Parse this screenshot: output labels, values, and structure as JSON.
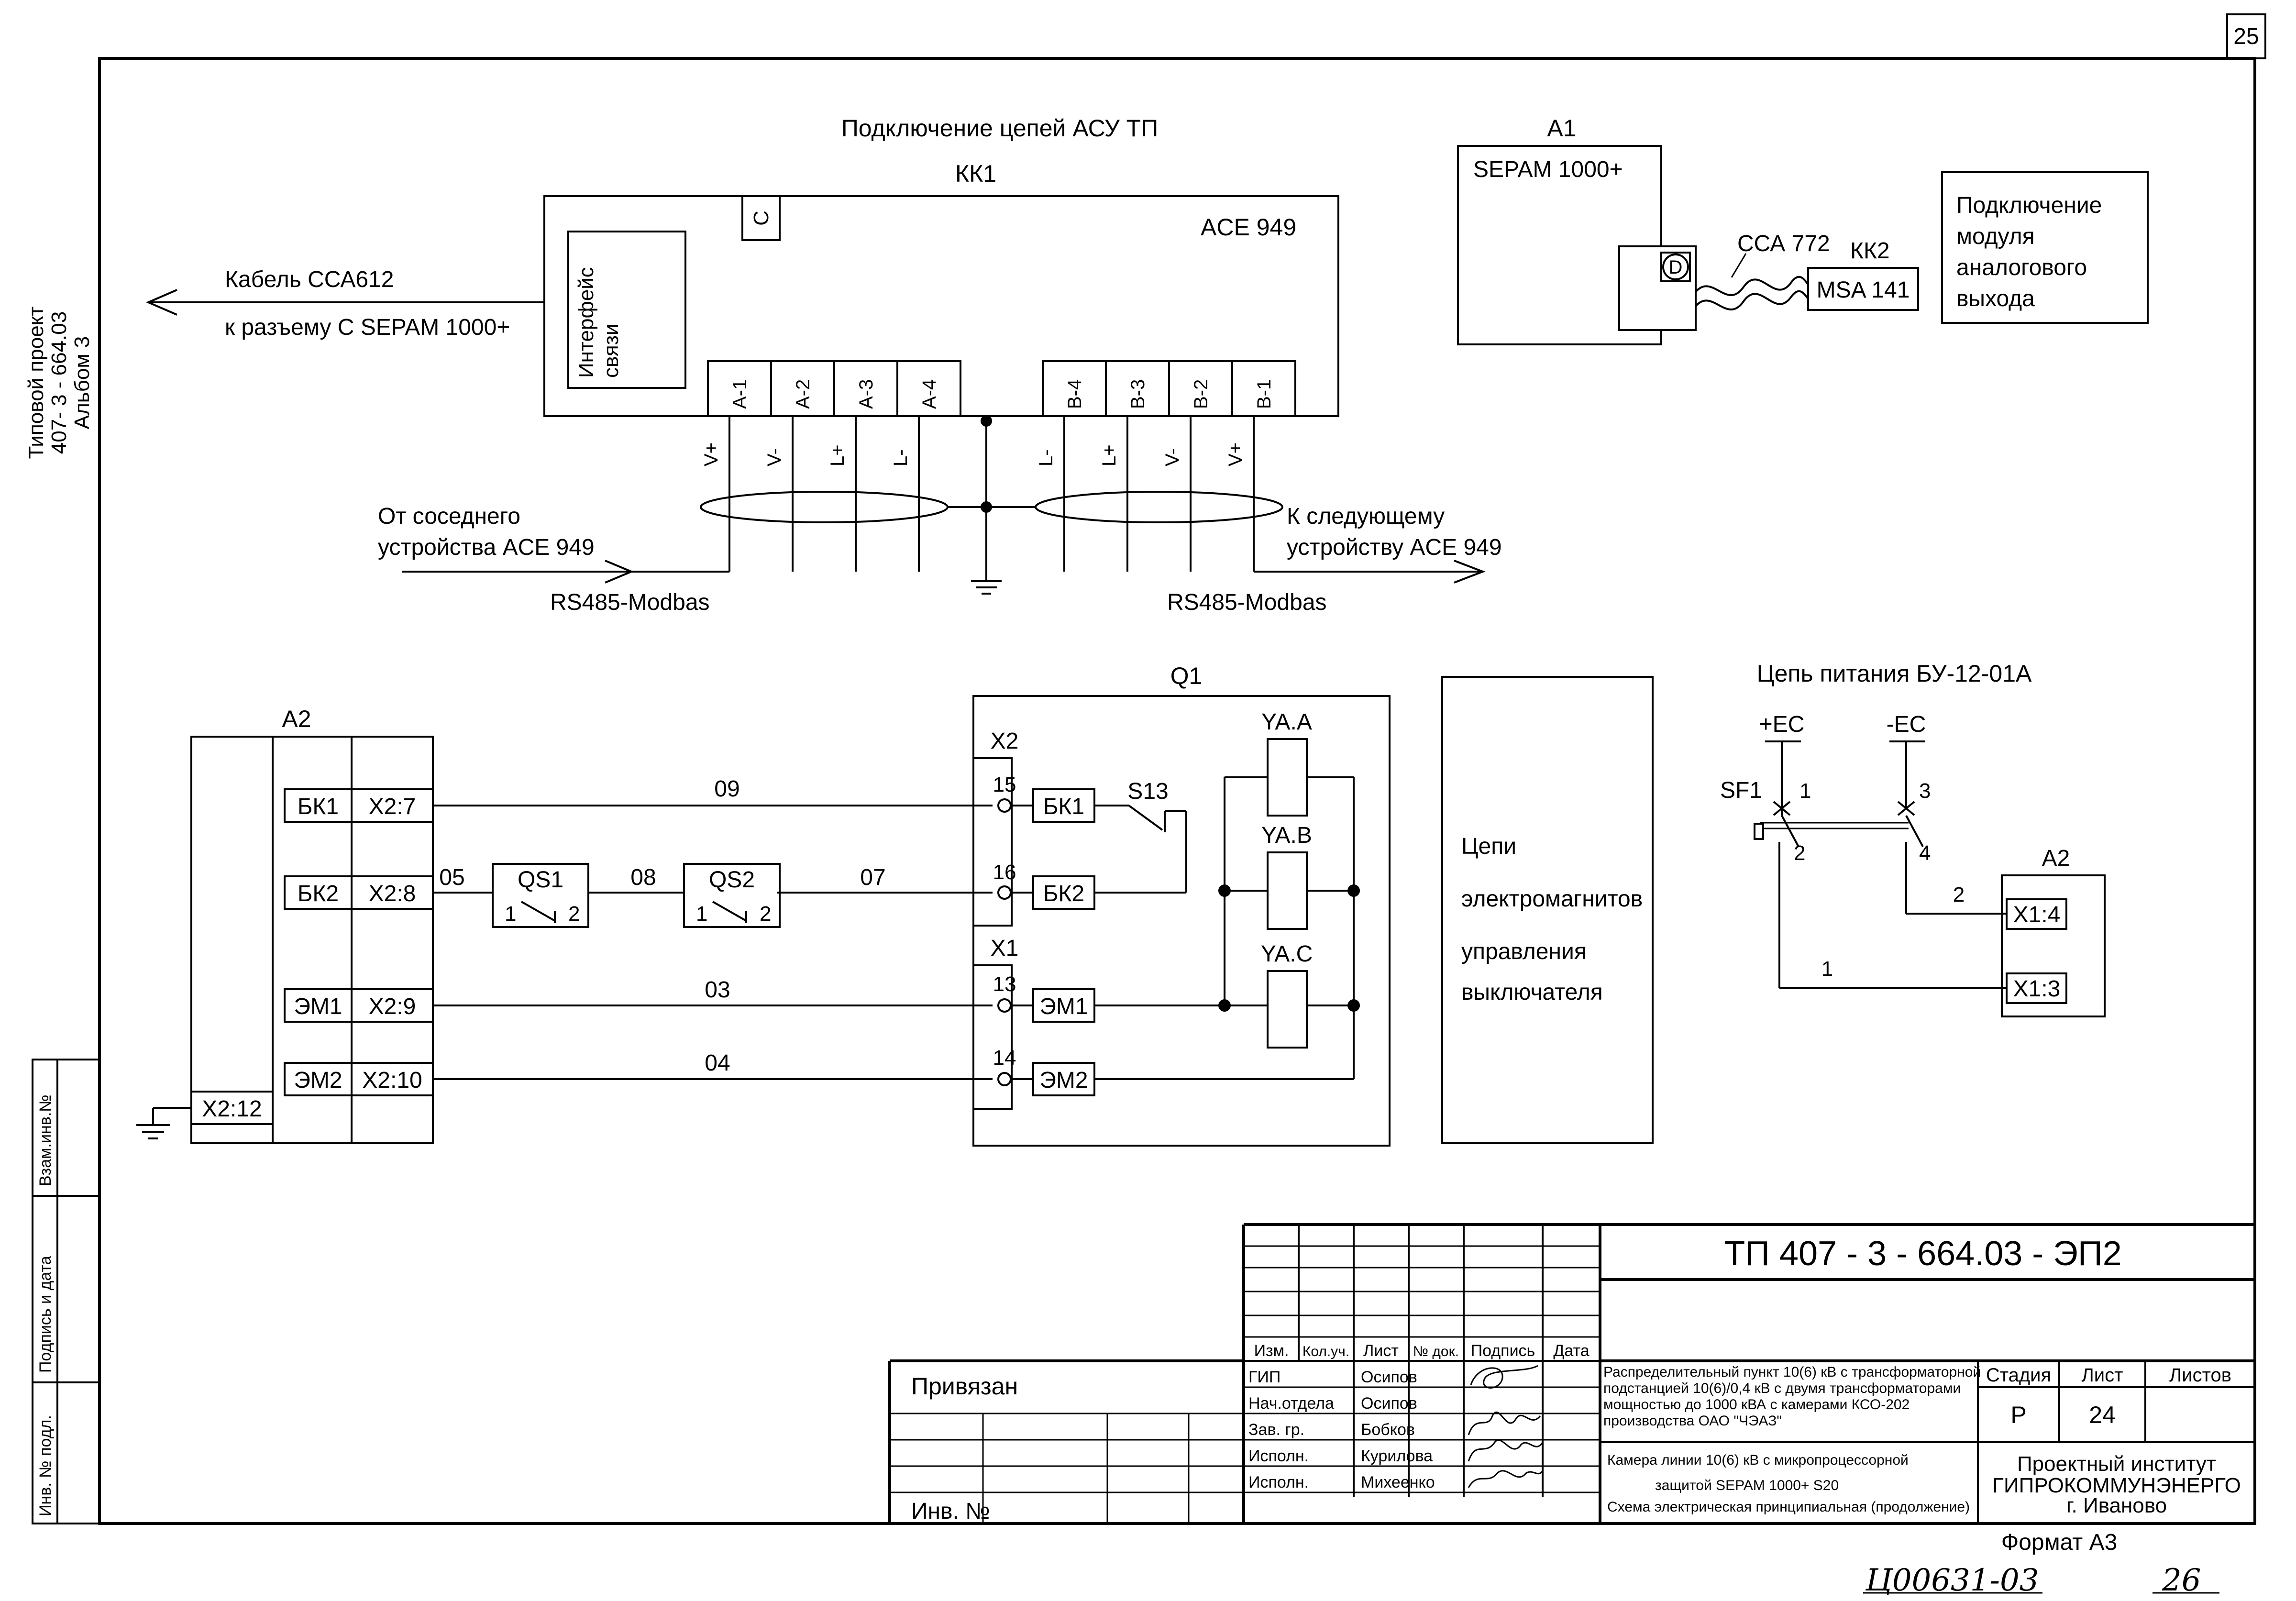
{
  "sheet_number": "25",
  "side_label": {
    "line1": "Типовой проект",
    "line2": "407- 3 - 664.03",
    "line3": "Альбом 3"
  },
  "stamp_left": {
    "vzam": "Взам.инв.№",
    "podpis": "Подпись и дата",
    "inv": "Инв. № подл."
  },
  "asu": {
    "title": "Подключение цепей АСУ ТП",
    "kk1": "КК1",
    "c_label": "С",
    "device": "ACE 949",
    "interface_line1": "Интерфейс",
    "interface_line2": "связи",
    "cable_line1": "Кабель ССА612",
    "cable_line2": "к разъему С SEPAM 1000+",
    "terminals_a": [
      "A-1",
      "A-2",
      "A-3",
      "A-4"
    ],
    "terminals_b": [
      "B-4",
      "B-3",
      "B-2",
      "B-1"
    ],
    "signals_a": [
      "V+",
      "V-",
      "L+",
      "L-"
    ],
    "signals_b": [
      "L-",
      "L+",
      "V-",
      "V+"
    ],
    "from_line1": "От соседнего",
    "from_line2": "устройства ACE 949",
    "to_line1": "К следующему",
    "to_line2": "устройству ACE 949",
    "bus_left": "RS485-Modbas",
    "bus_right": "RS485-Modbas"
  },
  "a1": {
    "label": "А1",
    "device": "SEPAM 1000+",
    "port": "D",
    "cable": "ССА 772",
    "kk2": "КК2",
    "module": "MSA 141",
    "note_line1": "Подключение",
    "note_line2": "модуля",
    "note_line3": "аналогового",
    "note_line4": "выхода"
  },
  "a2": {
    "label": "А2",
    "rows": [
      {
        "left": "БК1",
        "right": "X2:7"
      },
      {
        "left": "БК2",
        "right": "X2:8"
      },
      {
        "left": "ЭМ1",
        "right": "X2:9"
      },
      {
        "left": "ЭМ2",
        "right": "X2:10"
      }
    ],
    "ground_terminal": "X2:12"
  },
  "wires": {
    "w09": "09",
    "w05": "05",
    "w08": "08",
    "w07": "07",
    "w03": "03",
    "w04": "04"
  },
  "switches": {
    "qs1": "QS1",
    "qs2": "QS2",
    "pin1": "1",
    "pin2": "2"
  },
  "q1": {
    "label": "Q1",
    "x2": "X2",
    "x1": "X1",
    "terminals": [
      "15",
      "16",
      "13",
      "14"
    ],
    "contacts": [
      "БК1",
      "БК2",
      "ЭМ1",
      "ЭМ2"
    ],
    "s13": "S13",
    "coils": [
      "YA.A",
      "YA.B",
      "YA.C"
    ]
  },
  "emag": {
    "line1": "Цепи",
    "line2": "электромагнитов",
    "line3": "управления",
    "line4": "выключателя"
  },
  "bu": {
    "title": "Цепь питания БУ-12-01А",
    "plus": "+ЕС",
    "minus": "-ЕС",
    "sf1": "SF1",
    "n1": "1",
    "n3": "3",
    "n2": "2",
    "n4": "4",
    "wire2": "2",
    "wire1": "1",
    "a2": "А2",
    "x14": "X1:4",
    "x13": "X1:3"
  },
  "title_block": {
    "code": "ТП  407 - 3 - 664.03 - ЭП2",
    "headers": [
      "Изм.",
      "Кол.уч.",
      "Лист",
      "№ док.",
      "Подпись",
      "Дата"
    ],
    "roles": [
      "ГИП",
      "Нач.отдела",
      "Зав. гр.",
      "Исполн.",
      "Исполн."
    ],
    "names": [
      "Осипов",
      "Осипов",
      "Бобков",
      "Курилова",
      "Михеенко"
    ],
    "privyazan": "Привязан",
    "inv": "Инв. №",
    "description": [
      "Распределительный пункт 10(6) кВ с трансформаторной",
      "подстанцией 10(6)/0,4 кВ с двумя трансформаторами",
      "мощностью до 1000 кВА с камерами КСО-202",
      "производства ОАО \"ЧЭАЗ\""
    ],
    "sheet_title": [
      "Камера линии 10(6) кВ с микропроцессорной",
      "защитой SEPAM 1000+ S20",
      "Схема электрическая принципиальная (продолжение)"
    ],
    "stage_label": "Стадия",
    "sheet_label": "Лист",
    "sheets_label": "Листов",
    "stage": "Р",
    "sheet": "24",
    "org_line1": "Проектный институт",
    "org_line2": "ГИПРОКОММУНЭНЕРГО",
    "org_line3": "г. Иваново",
    "format": "Формат А3",
    "archive": "Ц00631-03",
    "archive_page": "26"
  }
}
